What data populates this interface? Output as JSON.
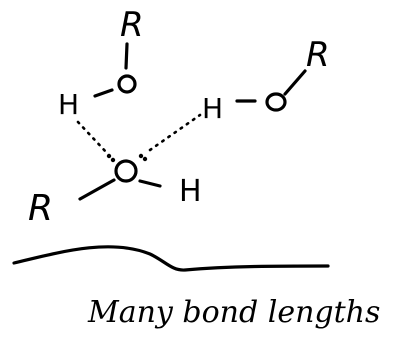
{
  "diagram": {
    "atoms": {
      "r_top": "R",
      "o_top": "O",
      "h_left": "H",
      "r_right": "R",
      "o_right": "O",
      "h_right": "H",
      "o_center": "O",
      "r_center": "R",
      "h_center": "H"
    },
    "caption": "Many bond lengths"
  }
}
